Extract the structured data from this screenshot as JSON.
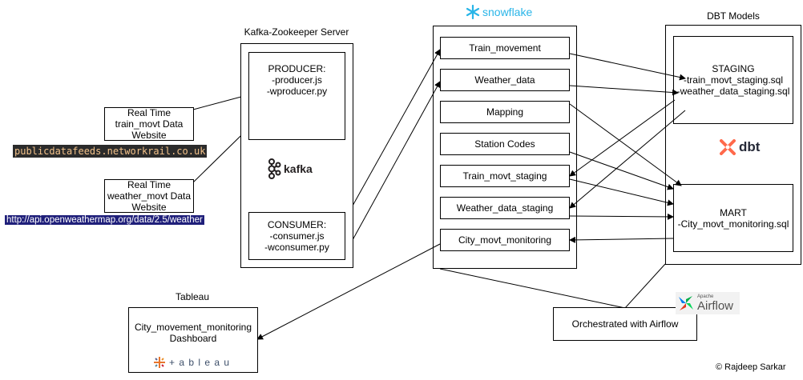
{
  "sources": {
    "train": {
      "label": "Real Time\ntrain_movt Data\nWebsite",
      "url": "publicdatafeeds.networkrail.co.uk"
    },
    "weather": {
      "label": "Real Time\nweather_movt Data\nWebsite",
      "url": "http://api.openweathermap.org/data/2.5/weather"
    }
  },
  "kafka": {
    "title": "Kafka-Zookeeper Server",
    "producer": "PRODUCER:\n-producer.js\n-wproducer.py",
    "consumer": "CONSUMER:\n-consumer.js\n-wconsumer.py",
    "logo_text": "kafka"
  },
  "snowflake": {
    "logo_text": "snowflake",
    "items": [
      "Train_movement",
      "Weather_data",
      "Mapping",
      "Station Codes",
      "Train_movt_staging",
      "Weather_data_staging",
      "City_movt_monitoring"
    ]
  },
  "dbt": {
    "title": "DBT Models",
    "staging": "STAGING\n-train_movt_staging.sql\n-weather_data_staging.sql",
    "mart": "MART\n-City_movt_monitoring.sql",
    "logo_text": "dbt"
  },
  "tableau": {
    "title": "Tableau",
    "box": "City_movement_monitoring\nDashboard",
    "logo_text": "+ a b l e a u"
  },
  "airflow": {
    "box": "Orchestrated with Airflow",
    "logo_small": "Apache",
    "logo_text": "Airflow"
  },
  "credit": "© Rajdeep Sarkar",
  "colors": {
    "snowflake_blue": "#29b5e8",
    "dbt_orange": "#ff694b",
    "kafka_black": "#231f20",
    "rail_url_bg": "#2b2b2b",
    "rail_url_fg": "#f3c28a",
    "api_url_bg": "#1f1f7a"
  }
}
